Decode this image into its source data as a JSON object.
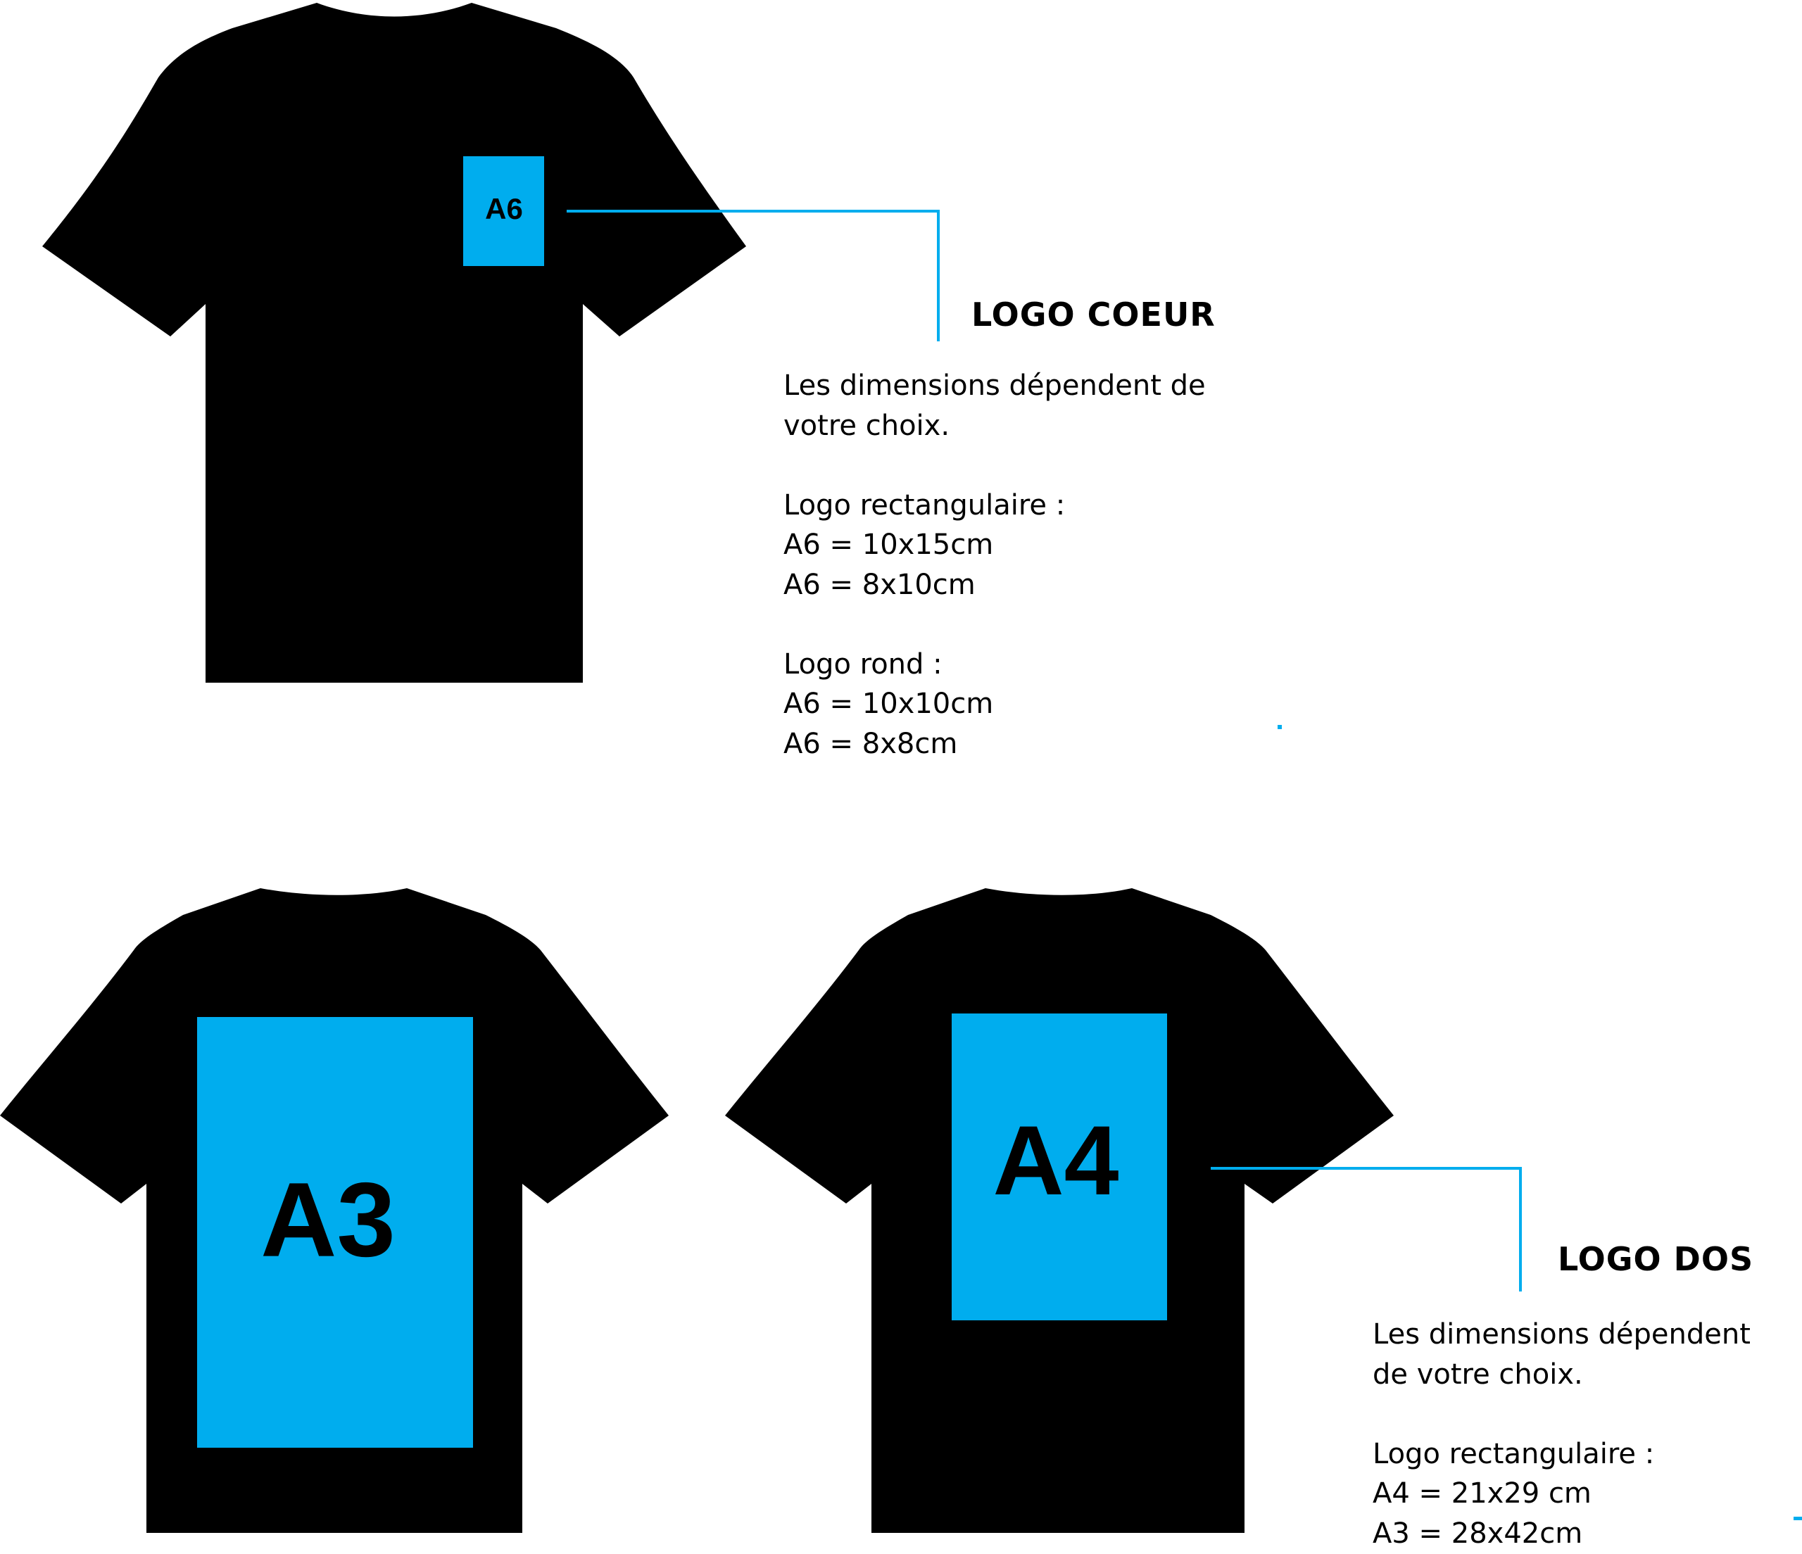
{
  "accent_color": "#00adee",
  "shirt_color": "#000000",
  "front_shirt": {
    "zone_label": "A6"
  },
  "back_shirts": [
    {
      "zone_label": "A3"
    },
    {
      "zone_label": "A4"
    }
  ],
  "logo_coeur": {
    "title": "LOGO COEUR",
    "intro": [
      "Les dimensions dépendent de",
      "votre choix."
    ],
    "rect_heading": "Logo rectangulaire :",
    "rect_sizes": [
      "A6 = 10x15cm",
      "A6 = 8x10cm"
    ],
    "round_heading": "Logo rond :",
    "round_sizes": [
      "A6 = 10x10cm",
      "A6 = 8x8cm"
    ]
  },
  "logo_dos": {
    "title": "LOGO DOS",
    "intro": [
      "Les dimensions dépendent",
      "de votre choix."
    ],
    "rect_heading": "Logo rectangulaire :",
    "rect_sizes": [
      "A4 = 21x29 cm",
      "A3 = 28x42cm"
    ]
  }
}
